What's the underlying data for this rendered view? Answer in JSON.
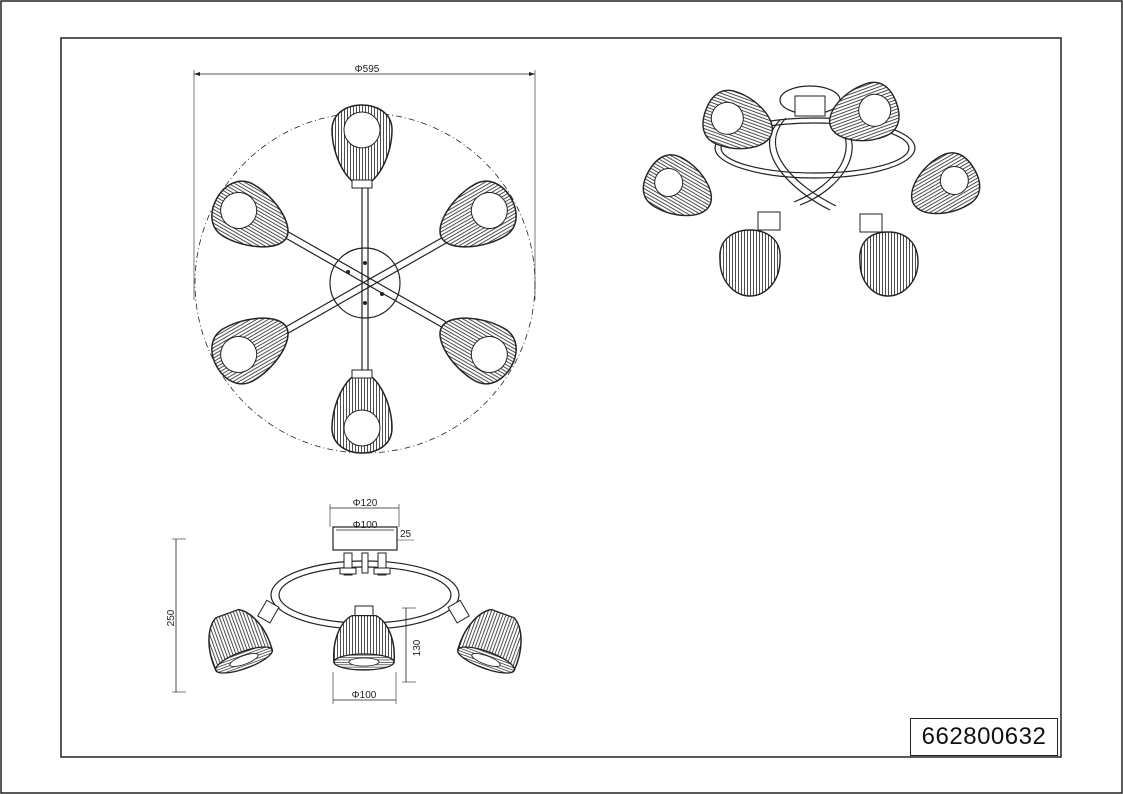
{
  "drawing": {
    "product_code": "662800632",
    "top_view": {
      "diameter_label": "Φ595"
    },
    "side_view": {
      "canopy_outer_label": "Φ120",
      "canopy_inner_label": "Φ100",
      "canopy_height_label": "25",
      "total_height_label": "250",
      "shade_height_label": "130",
      "shade_diameter_label": "Φ100"
    },
    "colors": {
      "line": "#222222",
      "shade": "#3a3a3a"
    }
  }
}
